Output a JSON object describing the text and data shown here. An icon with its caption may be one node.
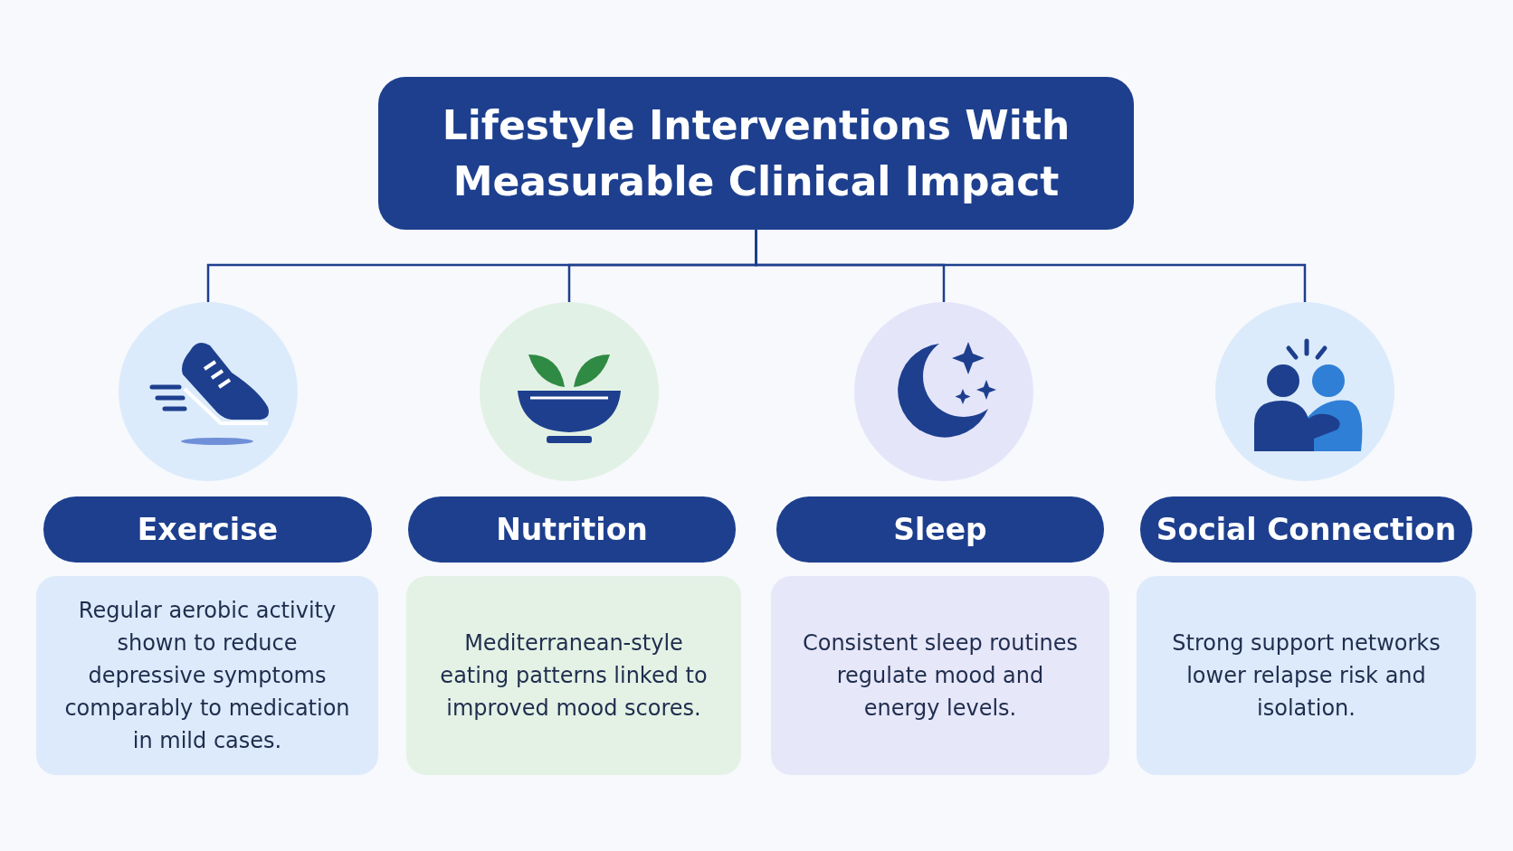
{
  "diagram": {
    "nodes": [
      {
        "text": [
          "Lifestyle Interventions With Measurable Clinical Impact"
        ]
      },
      {
        "text": [],
        "shape": "circle"
      },
      {
        "text": [],
        "shape": "circle"
      },
      {
        "text": [],
        "shape": "circle"
      },
      {
        "text": [],
        "shape": "circle"
      },
      {
        "text": [
          "Exercise"
        ]
      },
      {
        "text": [
          "Nutrition"
        ]
      },
      {
        "text": [
          "Sleep"
        ]
      },
      {
        "text": [
          "Social Connection"
        ]
      },
      {
        "text": [
          "Regular aerobic activity shown to reduce depressive symptoms comparably to medication in mild cases."
        ]
      },
      {
        "text": [
          "Mediterranean-style eating patterns linked to improved mood scores."
        ]
      },
      {
        "text": [
          "Consistent sleep routines regulate mood and energy levels."
        ]
      },
      {
        "text": [
          "Strong support networks lower relapse risk and isolation."
        ]
      }
    ],
    "edges": [
      {
        "from": 0,
        "to": 1,
        "arrow": "none"
      },
      {
        "from": 0,
        "to": 2,
        "arrow": "none"
      },
      {
        "from": 0,
        "to": 3,
        "arrow": "none"
      },
      {
        "from": 0,
        "to": 4,
        "arrow": "none"
      }
    ]
  }
}
